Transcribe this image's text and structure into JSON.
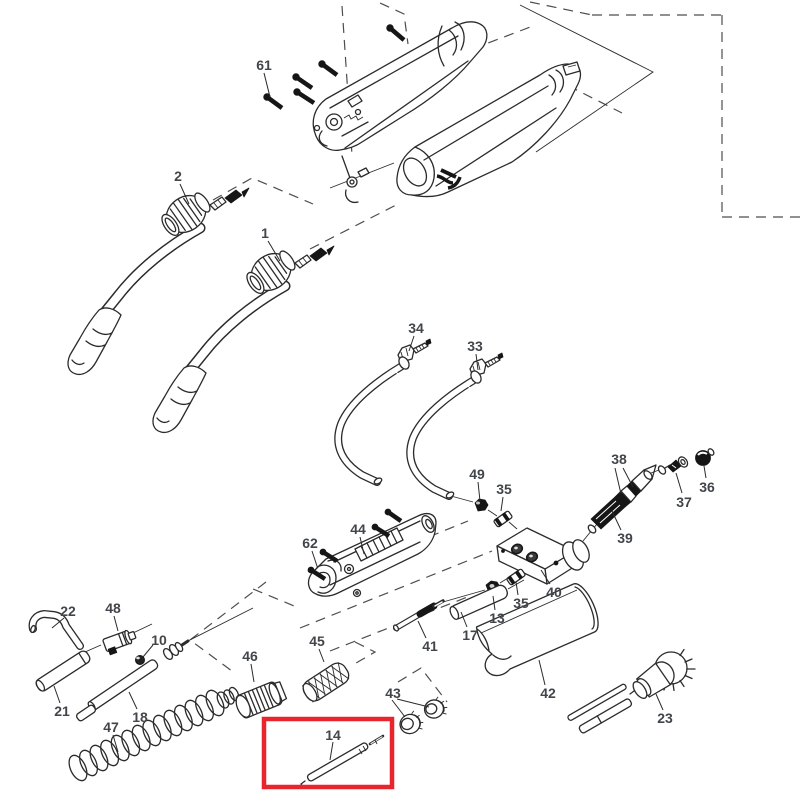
{
  "diagram": {
    "type": "exploded-parts-diagram",
    "subject": "welding-gun-parts-breakdown",
    "background": "#ffffff",
    "line_color": "#2b2b2b",
    "label_color": "#42464b",
    "highlight": {
      "part": "14",
      "color": "#e8252c"
    },
    "labels": {
      "n1": "1",
      "n2": "2",
      "n10": "10",
      "n13": "13",
      "n14": "14",
      "n17": "17",
      "n18": "18",
      "n21": "21",
      "n22": "22",
      "n23": "23",
      "n33": "33",
      "n34": "34",
      "n35a": "35",
      "n35b": "35",
      "n36": "36",
      "n37": "37",
      "n38": "38",
      "n39": "39",
      "n40": "40",
      "n41": "41",
      "n42": "42",
      "n43": "43",
      "n44": "44",
      "n45": "45",
      "n46": "46",
      "n47": "47",
      "n48": "48",
      "n49": "49",
      "n61": "61",
      "n62": "62"
    }
  }
}
